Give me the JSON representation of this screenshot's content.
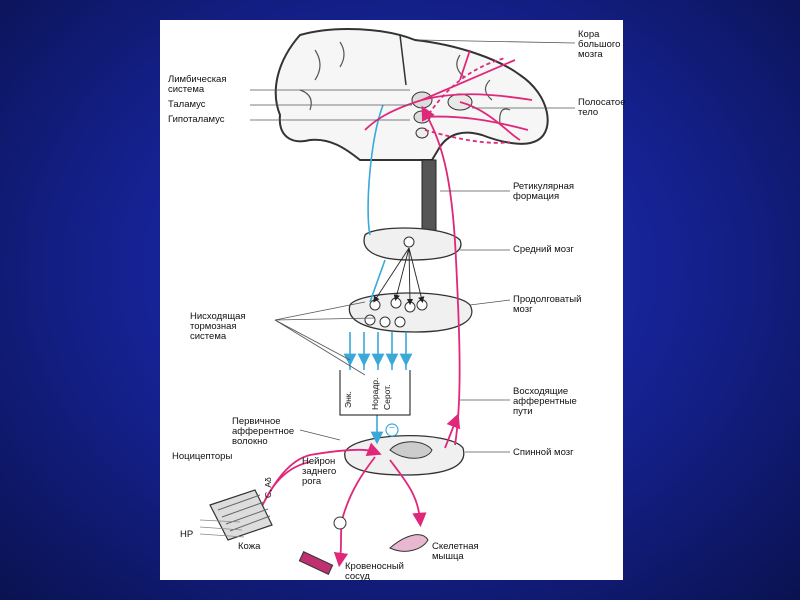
{
  "labels": {
    "cortex": "Кора\nбольшого\nмозга",
    "limbic": "Лимбическая\nсистема",
    "thalamus": "Таламус",
    "hypothalamus": "Гипоталамус",
    "striatum": "Полосатое\nтело",
    "reticular": "Ретикулярная\nформация",
    "midbrain": "Средний мозг",
    "medulla": "Продолговатый\nмозг",
    "descending": "Нисходящая\nтормозная\nсистема",
    "ascending": "Восходящие\nафферентные\nпути",
    "primary_afferent": "Первичное\nафферентное\nволокно",
    "spinal_cord": "Спинной мозг",
    "nociceptors": "Ноцицепторы",
    "dorsal_horn": "Нейрон\nзаднего\nрога",
    "skin": "Кожа",
    "hp": "НР",
    "fibers": "C, Aδ",
    "muscle": "Скелетная\nмышца",
    "vessel": "Кровеносный\nсосуд",
    "enk": "Энк.",
    "noradr": "Норадр.",
    "serot": "Серот.",
    "minus": "−"
  },
  "colors": {
    "afferent": "#e0287a",
    "descending": "#3aa8d8",
    "outline": "#333333"
  },
  "icons": {
    "brain": "brain-outline",
    "skin": "skin-patch",
    "muscle": "muscle-icon",
    "vessel": "vessel-icon"
  }
}
